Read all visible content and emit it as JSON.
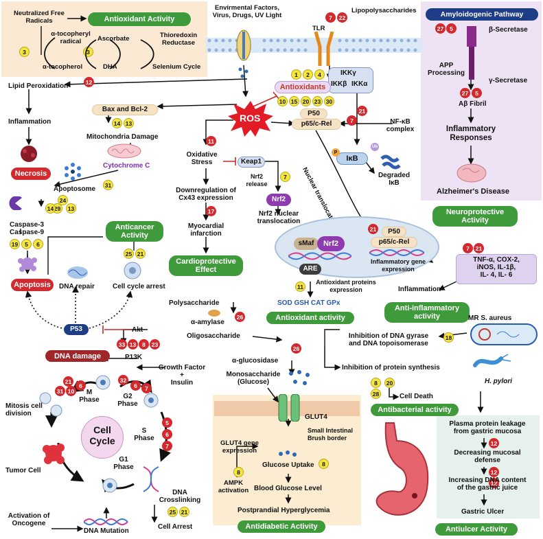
{
  "colors": {
    "green": "#3f9a3c",
    "red": "#d12a2f",
    "navy": "#1d3d86",
    "beige": "#f6e2c4",
    "lavender": "#ded2ef",
    "badge_yellow": "#f5e63d",
    "badge_red": "#d5282c"
  },
  "top_left": {
    "neutralized": "Neutralized Free\nRadicals",
    "antioxidant_activity": "Antioxidant Activity",
    "a_toc_radical": "α-tocopheryl\nradical",
    "a_toc": "α-tocopherol",
    "ascorbate": "Ascorbate",
    "dha": "DHA",
    "thioredoxin": "Thioredoxin\nReductase",
    "selenium": "Selenium Cycle",
    "lipid_perox": "Lipid Peroxidation",
    "inflammation": "Inflammation",
    "necrosis": "Necrosis",
    "badges": [
      "3",
      "3",
      "12"
    ]
  },
  "env": {
    "factors": "Envirmental Factors,\nVirus, Drugs, UV Light",
    "lps": "Lipopolysaccharides",
    "tlr": "TLR",
    "badges": [
      "7",
      "22"
    ]
  },
  "nfkb": {
    "ikky": "IKKγ",
    "ikkb": "IKKβ",
    "ikka": "IKKα",
    "complex": "NF-κB\ncomplex",
    "p50": "P50",
    "p65": "p65/c-Rel",
    "ikb": "IκB",
    "degraded": "Degraded\nIκB",
    "p_label": "P",
    "ub": "Ub",
    "nuclear": "Nuclear translocation",
    "badges": [
      "21",
      "7"
    ]
  },
  "alz": {
    "title": "Amyloidogenic Pathway",
    "beta": "β-Secretase",
    "gamma": "γ-Secretase",
    "app": "APP\nProcessing",
    "fibril": "Aβ Fibril",
    "infl": "Inflammatory\nResponses",
    "disease": "Alzheimer's Disease",
    "activity": "Neuroprotective\nActivity",
    "badges": [
      "27",
      "5",
      "27",
      "5"
    ]
  },
  "ros": {
    "label": "ROS",
    "antioxidants": "Antioxidants",
    "badges_top": [
      "1",
      "2",
      "4"
    ],
    "badges_bottom": [
      "10",
      "15",
      "20",
      "23",
      "30"
    ],
    "bax": "Bax and  Bcl-2",
    "bax_badges": [
      "14",
      "13"
    ],
    "mito": "Mitochondria Damage",
    "cytc": "Cytochrome C",
    "apoptosome": "Apoptosome",
    "apoptosome_badge": "31",
    "apop_badges1": [
      "24",
      "29"
    ],
    "apop_badges2": [
      "14",
      "13"
    ]
  },
  "cardio": {
    "oxid": "Oxidative\nStress",
    "down": "Downregulation of\nCx43 expression",
    "myo": "Myocardial\ninfarction",
    "effect": "Cardioprotective\nEffect",
    "badges": [
      "11",
      "17"
    ],
    "keap": "Keap1",
    "nrf2_release": "Nrf2\nrelease",
    "nrf2": "Nrf2",
    "nrf2_nuc": "Nrf2 nuclear\ntranslocation",
    "badge_7": "7"
  },
  "nucleus": {
    "smaf": "sMaf",
    "nrf2": "Nrf2",
    "are": "ARE",
    "p50": "P50",
    "p65": "p65/c-Rel",
    "gene": "Inflammatory gene\nexpression",
    "antiox_prot": "Antioxidant proteins\nexpression",
    "enzymes": "SOD GSH CAT GPx",
    "activity": "Antioxidant activity",
    "badges": [
      "21",
      "11"
    ]
  },
  "inflam": {
    "cytokines": "TNF-α, COX-2,\niNOS, IL-1β,\nIL- 4, IL- 6",
    "inflammation": "Inflammation",
    "activity": "Anti-inflammatory\nactivity",
    "badges": [
      "7",
      "21"
    ]
  },
  "cancer": {
    "caspase": "Caspase-3\nCaspase-9",
    "cas_badges": [
      "19",
      "5",
      "6"
    ],
    "anticancer": "Anticancer\nActivity",
    "anti_badges": [
      "25",
      "21"
    ],
    "apoptosis": "Apoptosis",
    "dna_repair": "DNA repair",
    "arrest": "Cell cycle arrest",
    "p53": "P53",
    "akt": "Akt",
    "akt_badges": [
      "33",
      "13",
      "8",
      "23"
    ],
    "p13k": "P13K",
    "dna_damage": "DNA damage",
    "growth": "Growth Factor\n+\nInsulin",
    "cell_cycle": "Cell\nCycle",
    "m": "M\nPhase",
    "g2": "G2\nPhase",
    "s": "S\nPhase",
    "g1": "G1\nPhase",
    "mitosis": "Mitosis cell\ndivision",
    "tumor": "Tumor Cell",
    "crosslink": "DNA\nCrosslinking",
    "cell_arrest": "Cell Arrest",
    "activation": "Activation of\nOncogene",
    "mutation": "DNA Mutation",
    "m_badges": [
      "21",
      "31",
      "10",
      "6"
    ],
    "g2_badges": [
      "32",
      "6",
      "7"
    ],
    "s_badges": [
      "5",
      "6",
      "7"
    ],
    "cl_badges": [
      "25",
      "21"
    ]
  },
  "diab": {
    "poly": "Polysaccharide",
    "amylase": "α-amylase",
    "oligo": "Oligosaccharide",
    "glucosidase": "α-glucosidase",
    "mono": "Monosaccharide\n(Glucose)",
    "glut4": "GLUT4",
    "brush": "Small Intestinal\nBrush border",
    "glut4_gene": "GLUT4 gene\nexpression",
    "ampk": "AMPK\nactivation",
    "uptake": "Glucose Uptake",
    "blood": "Blood Glucose Level",
    "post": "Postprandial Hyperglycemia",
    "activity": "Antidiabetic Activity",
    "badges": [
      "26",
      "26",
      "8",
      "8"
    ]
  },
  "bact": {
    "mr": "MR S. aureus",
    "gyrase": "Inhibition of DNA gyrase\nand DNA topoisomerase",
    "protein": "Inhibition of protein synthesis",
    "death": "Cell Death",
    "hpylori": "H. pylori",
    "activity": "Antibacterial activity",
    "badges": [
      "18",
      "8",
      "28",
      "20"
    ]
  },
  "ulcer": {
    "plasma": "Plasma protein leakage\nfrom gastric mucosa",
    "decreasing": "Decreasing mucosal\ndefense",
    "increasing": "Increasing DNA content\nof the gastric juice",
    "gastric": "Gastric Ulcer",
    "activity": "Antiulcer Activity",
    "badges": [
      "12",
      "12",
      "12"
    ]
  }
}
